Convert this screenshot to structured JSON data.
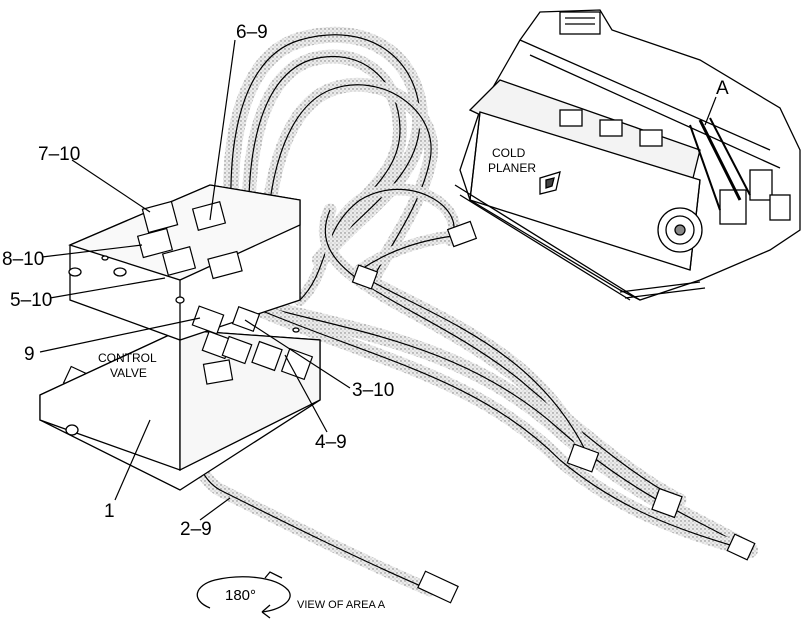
{
  "callouts": {
    "c6_9": "6–9",
    "c7_10": "7–10",
    "c8_10": "8–10",
    "c5_10": "5–10",
    "c9": "9",
    "c3_10": "3–10",
    "c4_9": "4–9",
    "c1": "1",
    "c2_9": "2–9",
    "cA": "A"
  },
  "labels": {
    "control_valve_line1": "CONTROL",
    "control_valve_line2": "VALVE",
    "cold_planer_line1": "COLD",
    "cold_planer_line2": "PLANER",
    "rotation": "180°",
    "view_of_area": "VIEW OF AREA A"
  },
  "colors": {
    "ink": "#000000",
    "hose_fill": "#e9e9e9",
    "paper": "#ffffff"
  }
}
